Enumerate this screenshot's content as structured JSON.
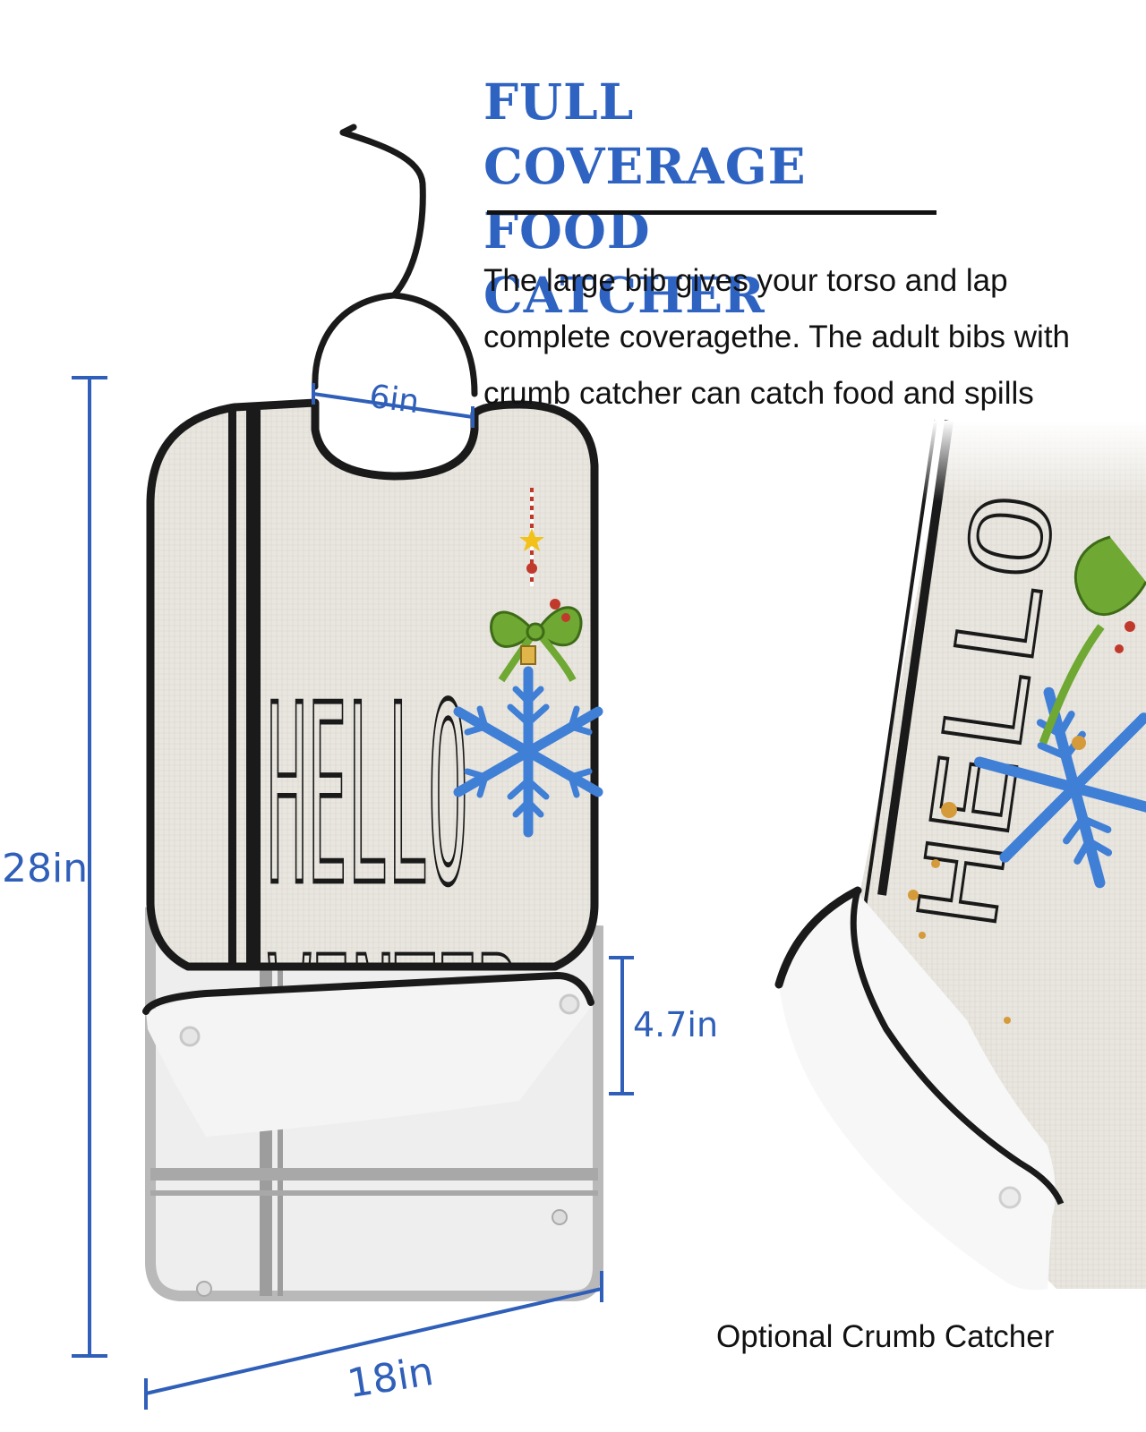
{
  "headline": {
    "line1": "FULL COVERAGE",
    "line2": "FOOD CATCHER"
  },
  "description": {
    "line1": "The large bib gives your torso and lap",
    "line2": "complete coveragethe. The adult bibs with",
    "line3": "crumb catcher can catch food and spills"
  },
  "bib_print": {
    "word1": "HELLO",
    "word2": "WINTER"
  },
  "dimensions": {
    "neck": "6in",
    "height": "28in",
    "pocket": "4.7in",
    "width": "18in"
  },
  "caption": "Optional Crumb Catcher",
  "colors": {
    "headline": "#2f63c2",
    "dimension_lines": "#2f5fb8",
    "bib_fabric": "#e9e6e0",
    "bib_trim": "#1a1a1a",
    "snowflake": "#3f7fd6",
    "bow": "#5e9a2a"
  }
}
